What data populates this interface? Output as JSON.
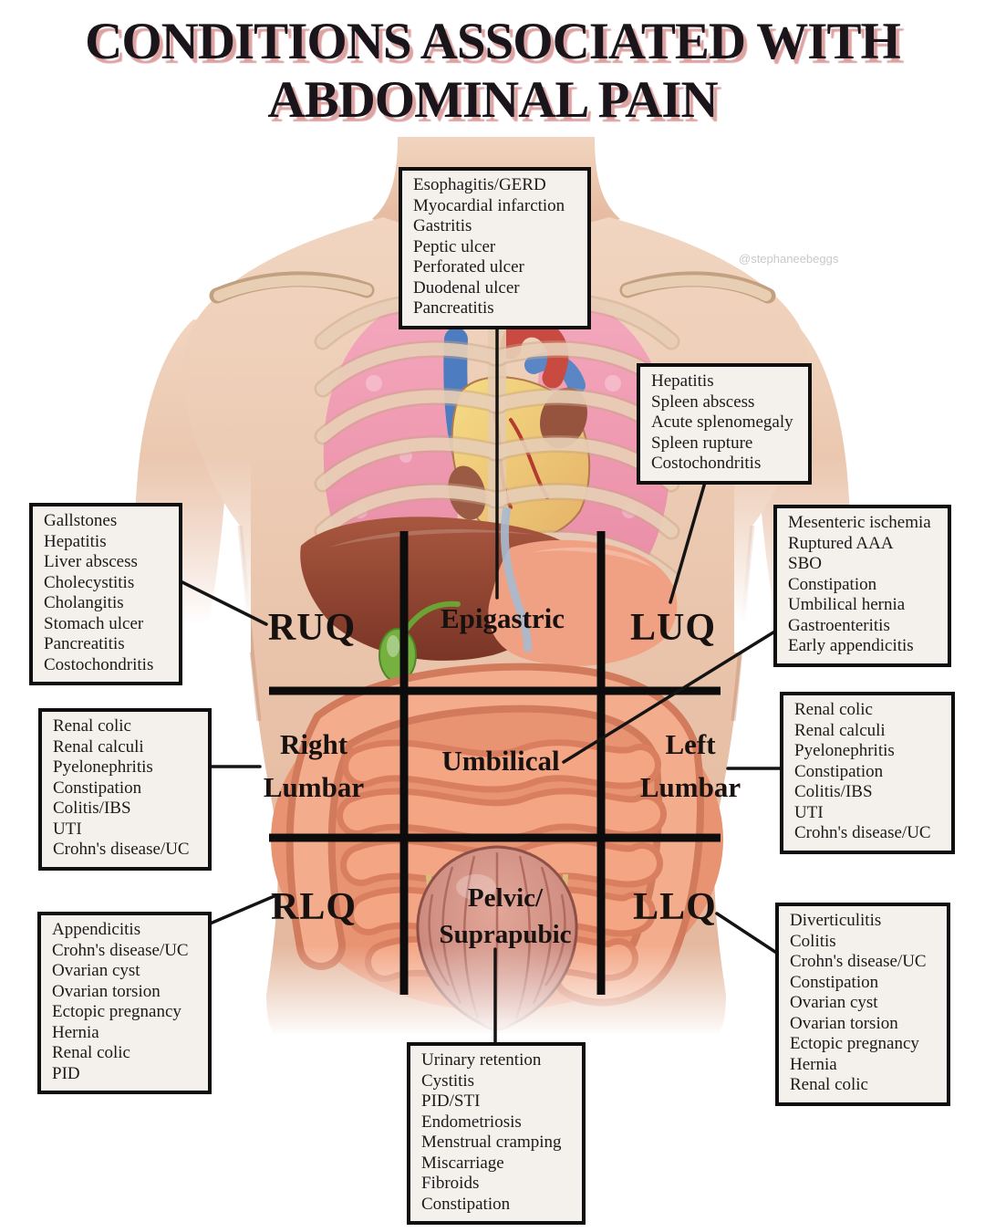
{
  "title": {
    "line1": "CONDITIONS ASSOCIATED WITH",
    "line2": "ABDOMINAL PAIN"
  },
  "watermark": "@stephaneebeggs",
  "colors": {
    "title_text": "#1a151a",
    "title_shadow": "#db9e9e",
    "box_background": "#f4f1ec",
    "box_border": "#0f0f0f",
    "grid_line": "#0c0c0c",
    "skin": "#ecc9b2",
    "lung_pink": "#f09eb3",
    "liver_brown": "#94442f",
    "intestine_salmon": "#ef9e80"
  },
  "regions": {
    "epigastric": {
      "label": "Epigastric",
      "conditions": [
        "Esophagitis/GERD",
        "Myocardial infarction",
        "Gastritis",
        "Peptic ulcer",
        "Perforated ulcer",
        "Duodenal ulcer",
        "Pancreatitis"
      ]
    },
    "ruq": {
      "label": "RUQ",
      "conditions": [
        "Gallstones",
        "Hepatitis",
        "Liver abscess",
        "Cholecystitis",
        "Cholangitis",
        "Stomach ulcer",
        "Pancreatitis",
        "Costochondritis"
      ]
    },
    "luq": {
      "label": "LUQ",
      "conditions": [
        "Hepatitis",
        "Spleen abscess",
        "Acute splenomegaly",
        "Spleen rupture",
        "Costochondritis"
      ]
    },
    "umbilical": {
      "label": "Umbilical",
      "conditions": [
        "Mesenteric ischemia",
        "Ruptured AAA",
        "SBO",
        "Constipation",
        "Umbilical hernia",
        "Gastroenteritis",
        "Early appendicitis"
      ]
    },
    "right_lumbar": {
      "label_line1": "Right",
      "label_line2": "Lumbar",
      "conditions": [
        "Renal colic",
        "Renal calculi",
        "Pyelonephritis",
        "Constipation",
        "Colitis/IBS",
        "UTI",
        "Crohn's disease/UC"
      ]
    },
    "left_lumbar": {
      "label_line1": "Left",
      "label_line2": "Lumbar",
      "conditions": [
        "Renal colic",
        "Renal calculi",
        "Pyelonephritis",
        "Constipation",
        "Colitis/IBS",
        "UTI",
        "Crohn's disease/UC"
      ]
    },
    "rlq": {
      "label": "RLQ",
      "conditions": [
        "Appendicitis",
        "Crohn's disease/UC",
        "Ovarian cyst",
        "Ovarian torsion",
        "Ectopic pregnancy",
        "Hernia",
        "Renal colic",
        "PID"
      ]
    },
    "pelvic_suprapubic": {
      "label_line1": "Pelvic/",
      "label_line2": "Suprapubic",
      "conditions": [
        "Urinary retention",
        "Cystitis",
        "PID/STI",
        "Endometriosis",
        "Menstrual cramping",
        "Miscarriage",
        "Fibroids",
        "Constipation"
      ]
    },
    "llq": {
      "label": "LLQ",
      "conditions": [
        "Diverticulitis",
        "Colitis",
        "Crohn's disease/UC",
        "Constipation",
        "Ovarian cyst",
        "Ovarian torsion",
        "Ectopic pregnancy",
        "Hernia",
        "Renal colic"
      ]
    }
  }
}
